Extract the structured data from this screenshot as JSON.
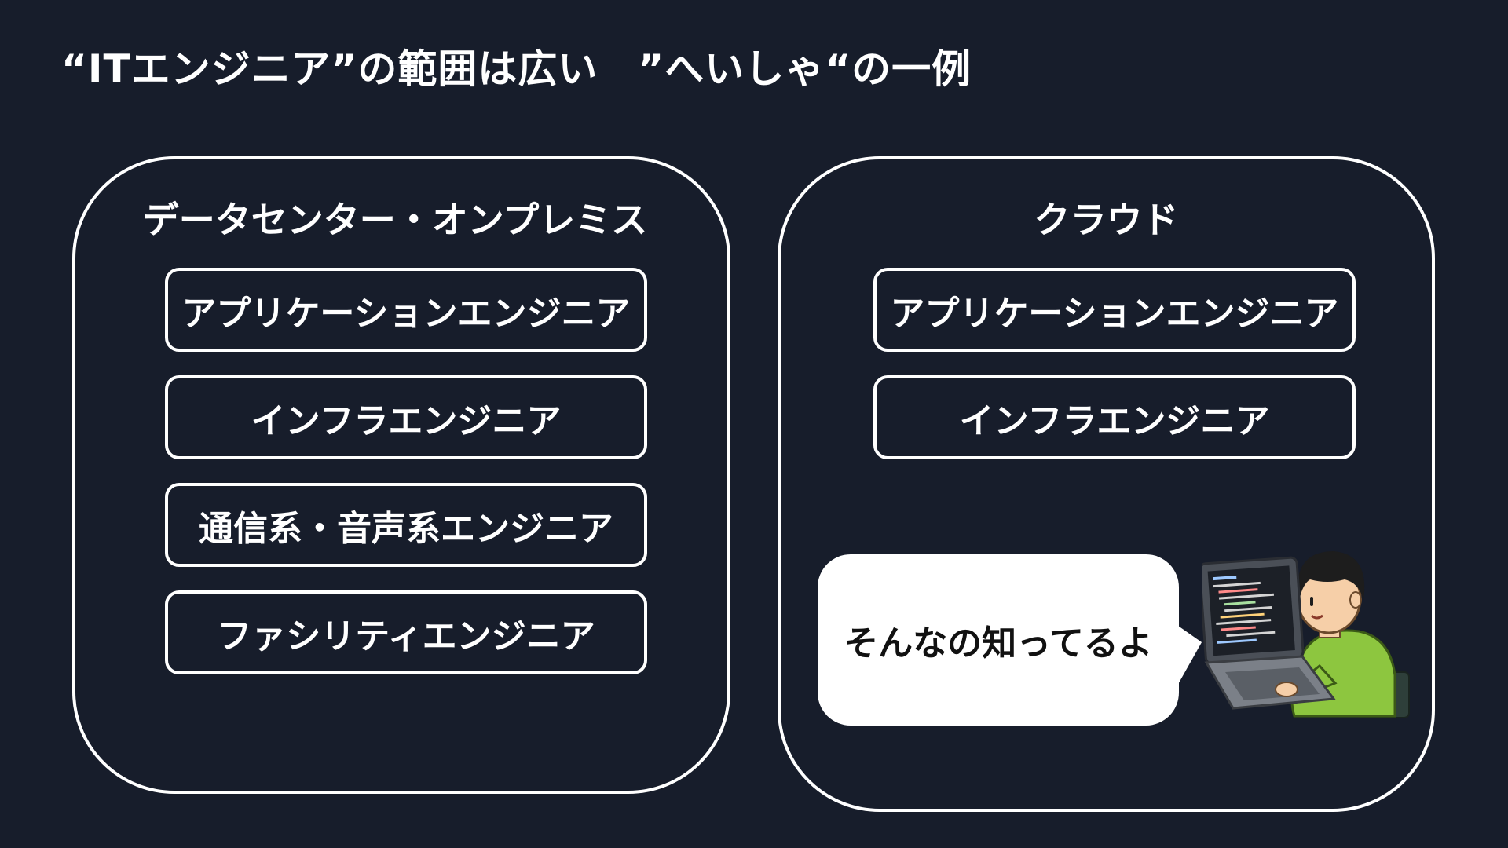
{
  "title": "“ITエンジニア”の範囲は広い　”へいしゃ“の一例",
  "left_panel": {
    "heading": "データセンター・オンプレミス",
    "roles": [
      "アプリケーションエンジニア",
      "インフラエンジニア",
      "通信系・音声系エンジニア",
      "ファシリティエンジニア"
    ]
  },
  "right_panel": {
    "heading": "クラウド",
    "roles": [
      "アプリケーションエンジニア",
      "インフラエンジニア"
    ]
  },
  "speech_bubble": {
    "text": "そんなの知ってるよ"
  },
  "colors": {
    "background": "#171d2b",
    "outline": "#ffffff",
    "bubble": "#ffffff",
    "shirt": "#8dc63f"
  },
  "icons": {
    "engineer": "engineer-at-laptop-illustration"
  }
}
